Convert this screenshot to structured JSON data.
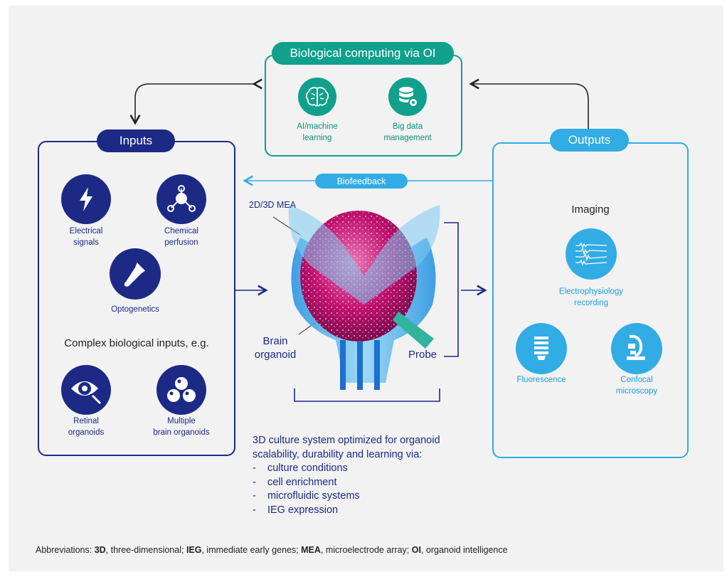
{
  "colors": {
    "navy": "#1c2a86",
    "teal": "#10a08c",
    "sky": "#31ace4",
    "magenta": "#c0106e",
    "background": "#f2f2f3"
  },
  "center_top": {
    "title": "Biological computing via OI",
    "items": [
      {
        "icon": "brain-circuit-icon",
        "label_lines": [
          "AI/machine",
          "learning"
        ]
      },
      {
        "icon": "database-gear-icon",
        "label_lines": [
          "Big data",
          "management"
        ]
      }
    ]
  },
  "inputs": {
    "title": "Inputs",
    "items": [
      {
        "icon": "lightning-bolt-icon",
        "label_lines": [
          "Electrical",
          "signals"
        ]
      },
      {
        "icon": "molecule-icon",
        "label_lines": [
          "Chemical",
          "perfusion"
        ]
      },
      {
        "icon": "flashlight-icon",
        "label_lines": [
          "Optogenetics"
        ]
      }
    ],
    "complex_heading": "Complex biological inputs, e.g.",
    "complex_items": [
      {
        "icon": "eye-organoid-icon",
        "label_lines": [
          "Retinal",
          "organoids"
        ]
      },
      {
        "icon": "cell-cluster-icon",
        "label_lines": [
          "Multiple",
          "brain organoids"
        ]
      }
    ]
  },
  "outputs": {
    "title": "Outputs",
    "imaging_heading": "Imaging",
    "items": [
      {
        "icon": "waveform-icon",
        "label_lines": [
          "Electrophysiology",
          "recording"
        ]
      },
      {
        "icon": "lightbulb-icon",
        "label_lines": [
          "Fluorescence"
        ]
      },
      {
        "icon": "microscope-icon",
        "label_lines": [
          "Confocal",
          "microscopy"
        ]
      }
    ]
  },
  "center": {
    "biofeedback": "Biofeedback",
    "mea_label": "2D/3D MEA",
    "organoid_label_lines": [
      "Brain",
      "organoid"
    ],
    "probe_label": "Probe"
  },
  "culture": {
    "intro_lines": [
      "3D culture system optimized for organoid",
      "scalability, durability and learning via:"
    ],
    "bullets": [
      "culture conditions",
      "cell enrichment",
      "microfluidic systems",
      "IEG expression"
    ]
  },
  "abbreviations": [
    {
      "term": "3D",
      "definition": ", three-dimensional; "
    },
    {
      "term": "IEG",
      "definition": ", immediate early genes; "
    },
    {
      "term": "MEA",
      "definition": ", microelectrode array; "
    },
    {
      "term": "OI",
      "definition": ", organoid intelligence"
    }
  ],
  "abbreviations_prefix": "Abbreviations: "
}
